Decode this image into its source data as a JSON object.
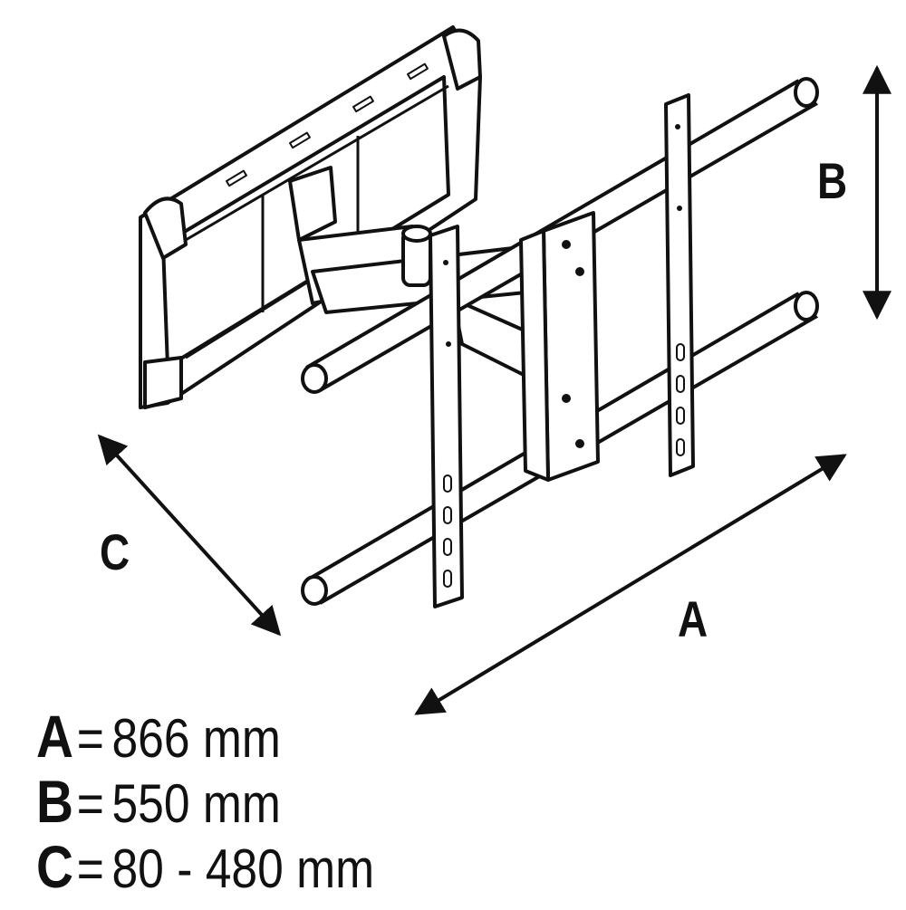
{
  "diagram": {
    "colors": {
      "stroke": "#111111",
      "fill": "#ffffff",
      "detail": "#333333"
    },
    "labels": {
      "a": "A",
      "b": "B",
      "c": "C"
    },
    "legend": [
      {
        "key": "A",
        "eq": "=",
        "value": "866 mm"
      },
      {
        "key": "B",
        "eq": "=",
        "value": "550 mm"
      },
      {
        "key": "C",
        "eq": "=",
        "value": "80 - 480 mm"
      }
    ]
  }
}
